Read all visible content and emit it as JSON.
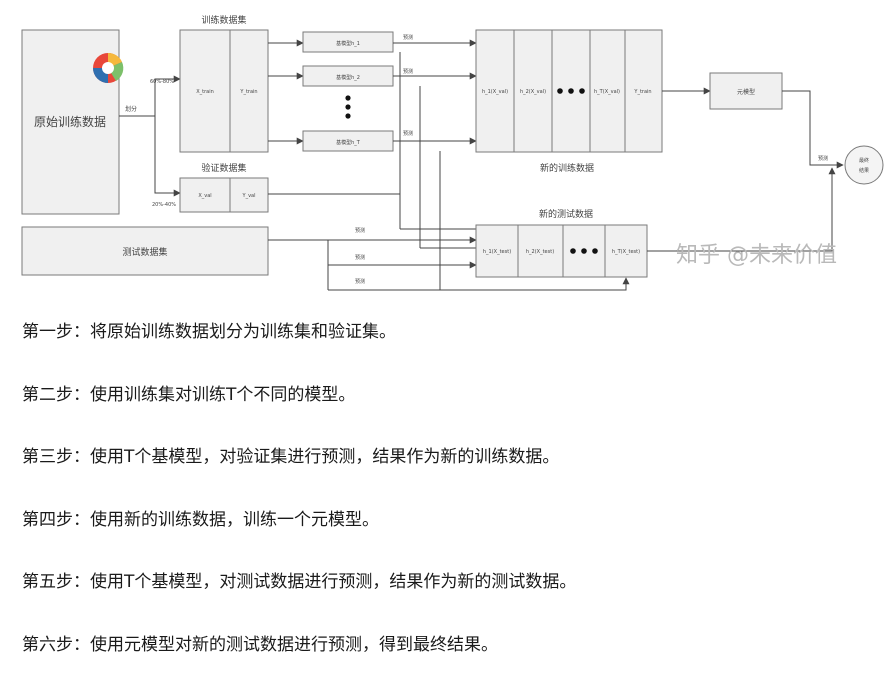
{
  "diagram": {
    "original_data": "原始训练数据",
    "split_label": "划分",
    "train_pct": "60%-80%",
    "val_pct": "20%-40%",
    "train_set_title": "训练数据集",
    "x_train": "X_train",
    "y_train": "Y_train",
    "val_set_title": "验证数据集",
    "x_val": "X_val",
    "y_val": "Y_val",
    "test_set": "测试数据集",
    "base_models": [
      "基模型h_1",
      "基模型h_2",
      "基模型h_T"
    ],
    "predict": "预测",
    "new_train_cols": [
      "h_1(X_val)",
      "h_2(X_val)",
      "h_T(X_val)",
      "Y_train"
    ],
    "new_train_title": "新的训练数据",
    "new_test_title": "新的测试数据",
    "new_test_cols": [
      "h_1(X_test)",
      "h_2(X_test)",
      "h_T(X_test)"
    ],
    "meta_model": "元模型",
    "final_line1": "最终",
    "final_line2": "结果",
    "watermark": "知乎 @未来价值"
  },
  "steps": [
    "第一步：将原始训练数据划分为训练集和验证集。",
    "第二步：使用训练集对训练T个不同的模型。",
    "第三步：使用T个基模型，对验证集进行预测，结果作为新的训练数据。",
    "第四步：使用新的训练数据，训练一个元模型。",
    "第五步：使用T个基模型，对测试数据进行预测，结果作为新的测试数据。",
    "第六步：使用元模型对新的测试数据进行预测，得到最终结果。"
  ]
}
